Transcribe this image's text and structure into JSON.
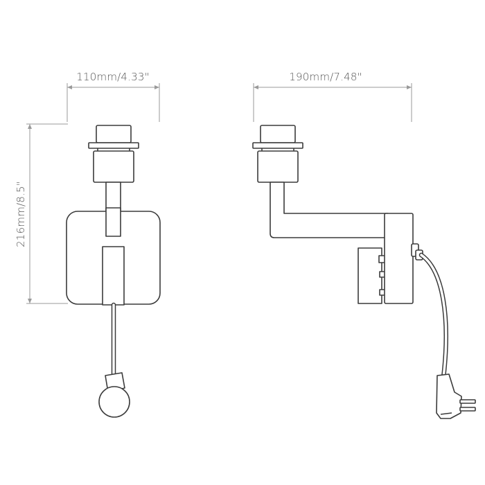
{
  "dimensions": {
    "front_width": "110mm/4.33\"",
    "side_width": "190mm/7.48\"",
    "height": "216mm/8.5\""
  },
  "colors": {
    "outline": "#3a3a3a",
    "dimension": "#9a9a9a",
    "text": "#555555",
    "background": "#ffffff"
  }
}
